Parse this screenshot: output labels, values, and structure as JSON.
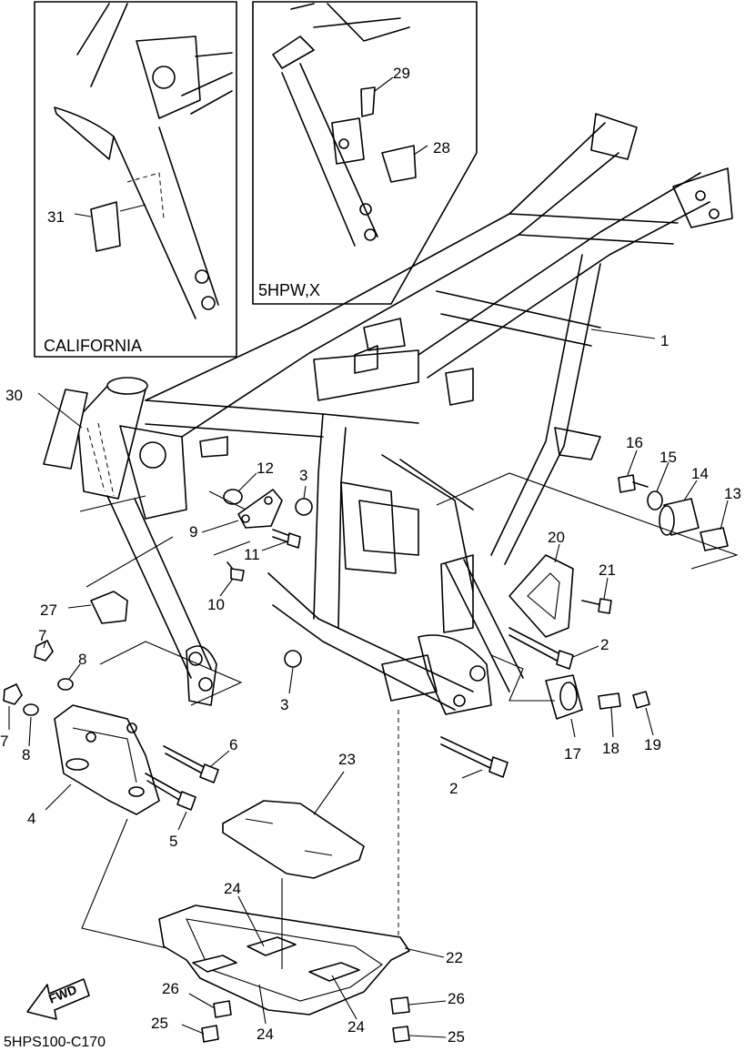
{
  "insets": {
    "california": {
      "title": "CALIFORNIA",
      "label_31": "31"
    },
    "hpw": {
      "title": "5HPW,X",
      "label_29": "29",
      "label_28": "28"
    }
  },
  "callouts": {
    "c1": "1",
    "c2a": "2",
    "c2b": "2",
    "c3a": "3",
    "c3b": "3",
    "c4": "4",
    "c5": "5",
    "c6": "6",
    "c7a": "7",
    "c7b": "7",
    "c8a": "8",
    "c8b": "8",
    "c9": "9",
    "c10": "10",
    "c11": "11",
    "c12": "12",
    "c13": "13",
    "c14": "14",
    "c15": "15",
    "c16": "16",
    "c17": "17",
    "c18": "18",
    "c19": "19",
    "c20": "20",
    "c21": "21",
    "c22": "22",
    "c23": "23",
    "c24a": "24",
    "c24b": "24",
    "c24c": "24",
    "c25a": "25",
    "c25b": "25",
    "c26a": "26",
    "c26b": "26",
    "c27": "27",
    "c30": "30"
  },
  "fwd_label": "FWD",
  "diagram_code": "5HPS100-C170",
  "colors": {
    "line": "#000000",
    "background": "#ffffff"
  }
}
